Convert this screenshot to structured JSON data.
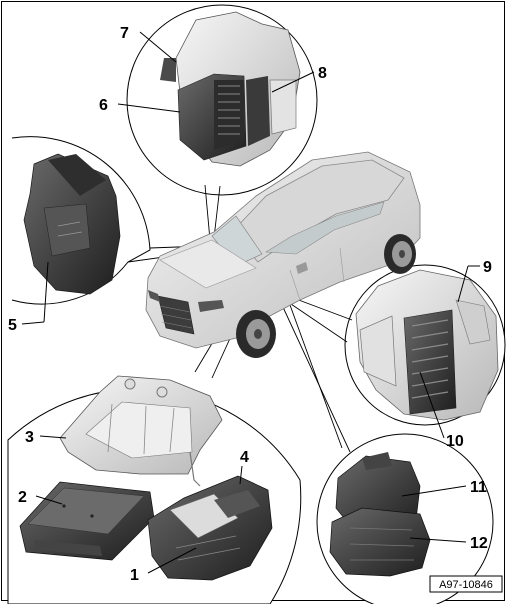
{
  "callouts": {
    "c1": "1",
    "c2": "2",
    "c3": "3",
    "c4": "4",
    "c5": "5",
    "c6": "6",
    "c7": "7",
    "c8": "8",
    "c9": "9",
    "c10": "10",
    "c11": "11",
    "c12": "12"
  },
  "reference": "A97-10846",
  "colors": {
    "line": "#000000",
    "part_dark": "#3a3a3a",
    "part_mid": "#6b6b6b",
    "part_light": "#d9d9d9",
    "car_body": "#e6e6e6"
  }
}
